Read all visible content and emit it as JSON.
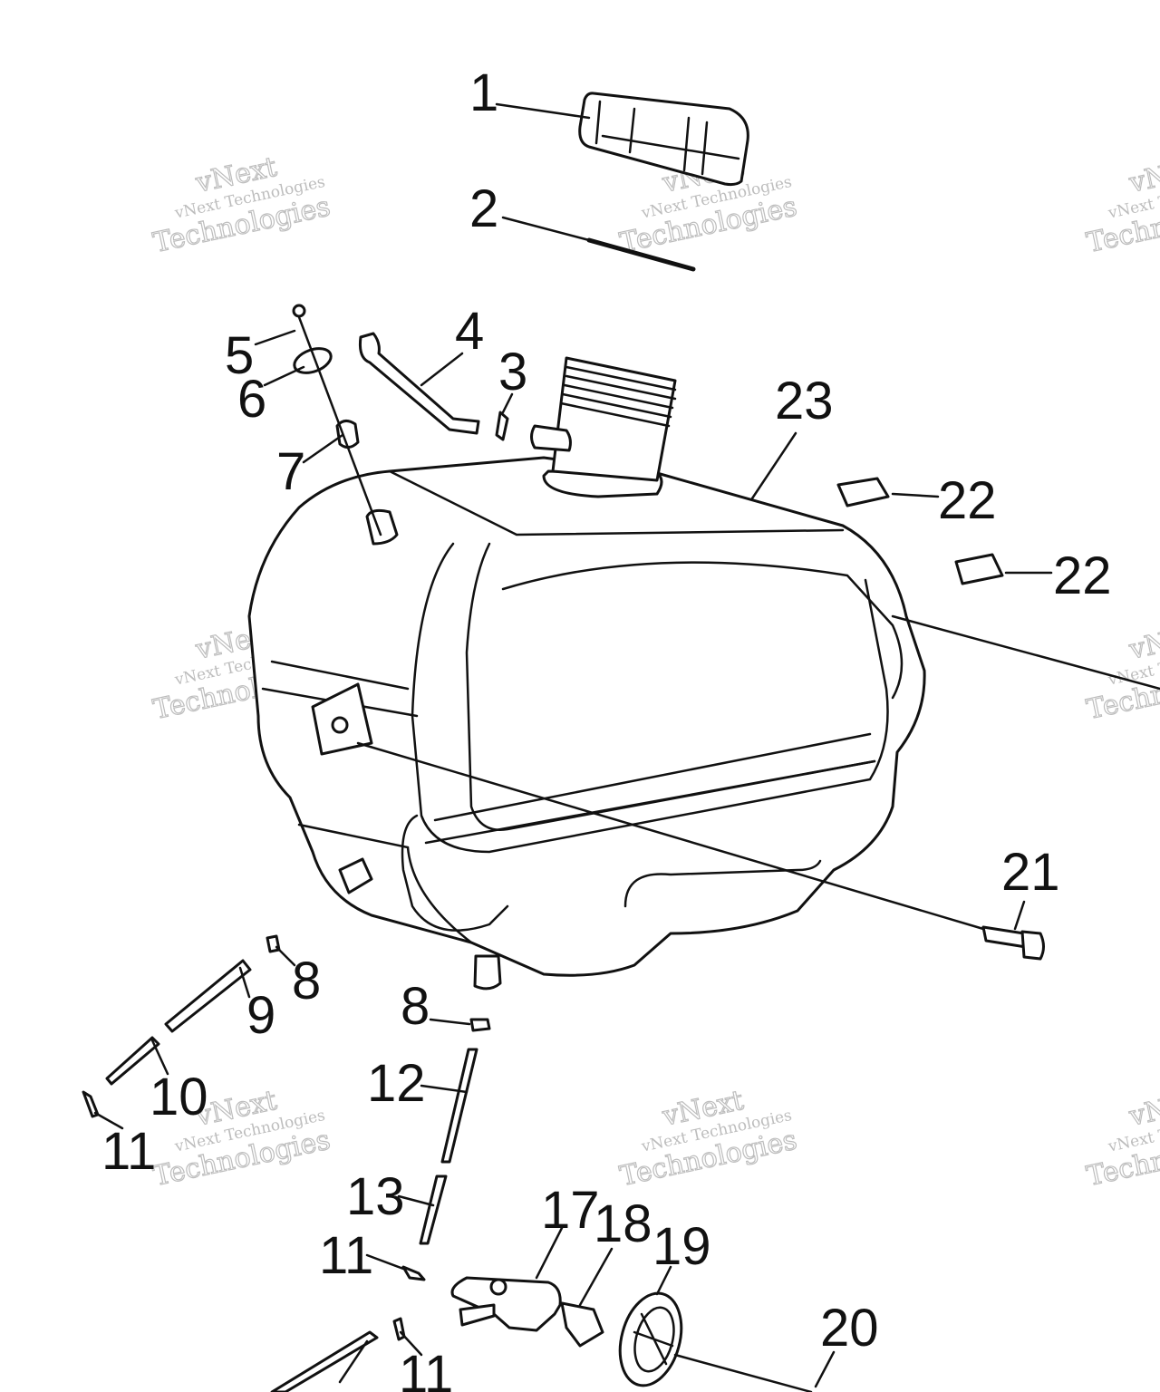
{
  "watermark": {
    "line1": "vNext Technologies",
    "line2": "Technologies",
    "line3": "vNext"
  },
  "callouts": [
    "1",
    "2",
    "3",
    "4",
    "5",
    "6",
    "7",
    "8",
    "8",
    "9",
    "10",
    "11",
    "11",
    "11",
    "12",
    "13",
    "17",
    "18",
    "19",
    "20",
    "21",
    "22",
    "22",
    "23"
  ],
  "colors": {
    "ink": "#111111",
    "watermark": "#bdbdbd",
    "background": "#ffffff"
  }
}
